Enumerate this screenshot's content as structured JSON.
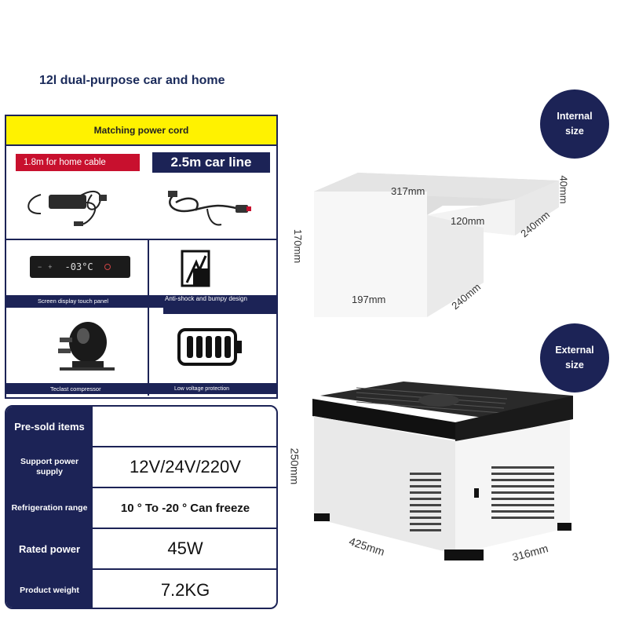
{
  "title": "12l dual-purpose car and home",
  "panel": {
    "header": "Matching power cord",
    "home_cable": "1.8m for home cable",
    "car_line": "2.5m car line",
    "display_label": "Screen display touch panel",
    "display_readout": "-03°C",
    "anti_shock": "Anti-shock and bumpy design",
    "compressor": "Teclast compressor",
    "low_voltage": "Low voltage protection"
  },
  "spec": {
    "rows": [
      {
        "label": "Pre-sold items",
        "value": ""
      },
      {
        "label": "Support power supply",
        "value": "12V/24V/220V"
      },
      {
        "label": "Refrigeration range",
        "value": "10 ° To -20 ° Can freeze"
      },
      {
        "label": "Rated power",
        "value": "45W"
      },
      {
        "label": "Product weight",
        "value": "7.2KG"
      }
    ]
  },
  "internal": {
    "badge": "Internal size",
    "w": "317mm",
    "step": "120mm",
    "top_depth": "240mm",
    "top_h": "40mm",
    "h": "170mm",
    "bottom_w": "197mm",
    "bottom_depth": "240mm"
  },
  "external": {
    "badge": "External size",
    "h": "250mm",
    "w": "425mm",
    "d": "316mm"
  },
  "colors": {
    "navy": "#1c2356",
    "yellow": "#fff200",
    "red": "#c8102e"
  }
}
